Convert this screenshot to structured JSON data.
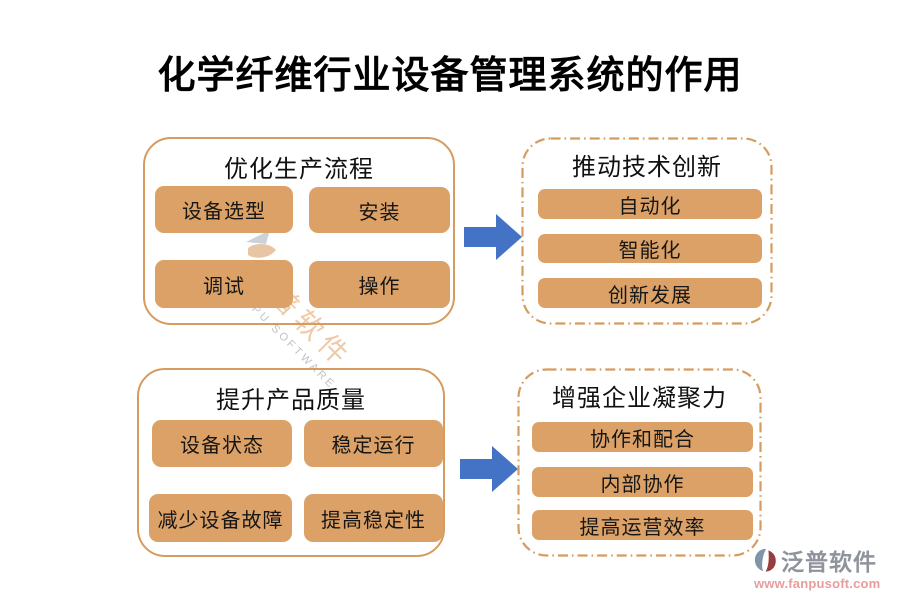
{
  "page_title": "化学纤维行业设备管理系统的作用",
  "groups": [
    {
      "id": "optimize-production",
      "title": "优化生产流程",
      "border_style": "solid",
      "items": [
        "设备选型",
        "安装",
        "调试",
        "操作"
      ]
    },
    {
      "id": "tech-innovation",
      "title": "推动技术创新",
      "border_style": "dash-dot",
      "items": [
        "自动化",
        "智能化",
        "创新发展"
      ]
    },
    {
      "id": "product-quality",
      "title": "提升产品质量",
      "border_style": "solid",
      "items": [
        "设备状态",
        "稳定运行",
        "减少设备故障",
        "提高稳定性"
      ]
    },
    {
      "id": "enterprise-cohesion",
      "title": "增强企业凝聚力",
      "border_style": "dash-dot",
      "items": [
        "协作和配合",
        "内部协作",
        "提高运营效率"
      ]
    }
  ],
  "watermark": {
    "center_text": "泛普软件",
    "center_subtext": "FANPU SOFTWARE",
    "footer_brand": "泛普软件",
    "footer_url": "www.fanpusoft.com"
  },
  "colors": {
    "accent_orange_border": "#D69B5E",
    "item_fill_orange": "#DCA167",
    "arrow_blue": "#4472C4",
    "title_black": "#000000",
    "brand_gray": "#8F939B",
    "brand_url_pink": "#E79D9D"
  }
}
